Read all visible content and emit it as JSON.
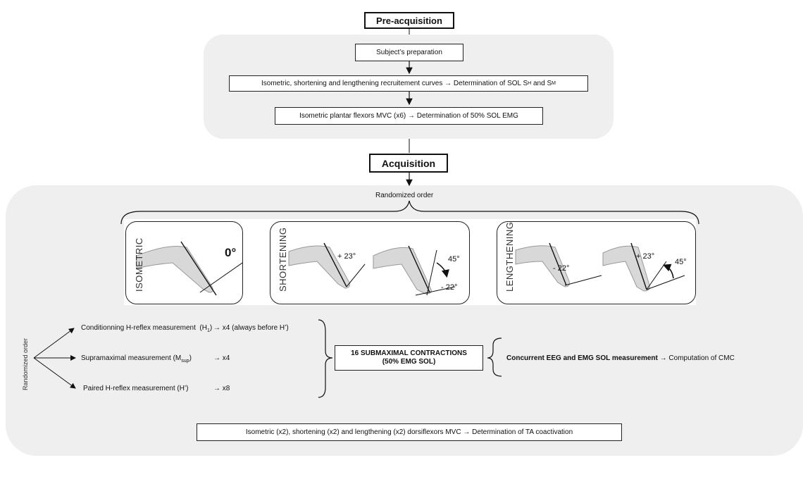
{
  "pre": {
    "header": "Pre-acquisition",
    "step1": "Subject’s preparation",
    "step2_a": "Isometric, shortening and lengthening recruitement curves → Determination of SOL S",
    "step2_sub1": "H",
    "step2_b": " and S",
    "step2_sub2": "M",
    "step3": "Isometric plantar flexors MVC (x6) → Determination of 50% SOL EMG"
  },
  "acq": {
    "header": "Acquisition",
    "randomized": "Randomized order",
    "panels": {
      "isometric": {
        "label": "ISOMETRIC",
        "angle": "0°"
      },
      "shortening": {
        "label": "SHORTENING",
        "angle_a": "+ 23°",
        "angle_b": "45°",
        "angle_c": "- 22°"
      },
      "lengthening": {
        "label": "LENGTHENING",
        "angle_a": "- 22°",
        "angle_b": "+ 23°",
        "angle_c": "45°"
      }
    },
    "side_label": "Randomized order",
    "m1_a": "Conditionning H-reflex measurement  (H",
    "m1_sub": "1",
    "m1_b": ")",
    "m1_rep": "→ x4 (always before H’)",
    "m2_a": "Supramaximal measurement (M",
    "m2_sub": "sup",
    "m2_b": ")",
    "m2_rep": "→ x4",
    "m3": "Paired H-reflex measurement  (H’)",
    "m3_rep": "→ x8",
    "contractions_line1": "16 SUBMAXIMAL  CONTRACTIONS",
    "contractions_line2": "(50% EMG SOL)",
    "concurrent_bold": "Concurrent EEG and EMG SOL measurement",
    "concurrent_rest": " → Computation of CMC",
    "bottom": "Isometric (x2), shortening (x2) and lengthening (x2) dorsiflexors MVC → Determination of TA coactivation"
  }
}
